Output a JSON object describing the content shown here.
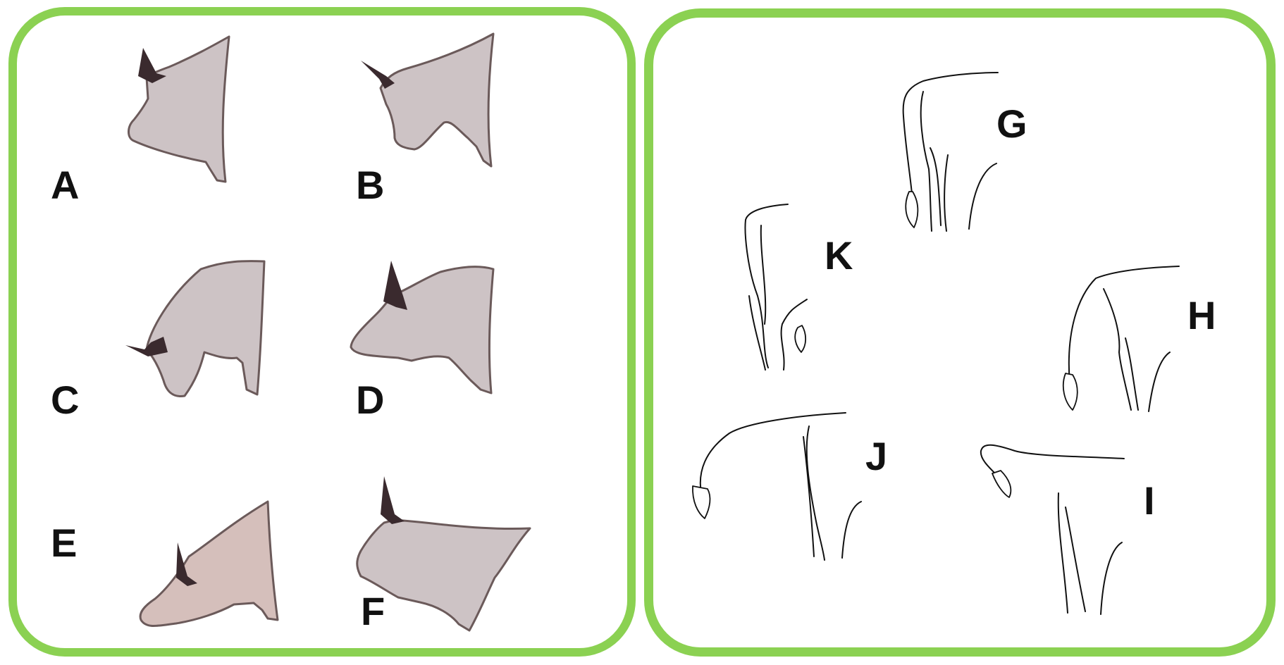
{
  "colors": {
    "frame": "#8bd152",
    "head_fill": "#cdc3c5",
    "head_fill_warm": "#d5bfbb",
    "horn": "#3a2a2e",
    "line": "#111111"
  },
  "left_panel": {
    "title": "",
    "figures": [
      {
        "label": "A",
        "icon": "cow-head-silhouette"
      },
      {
        "label": "B",
        "icon": "cow-head-silhouette"
      },
      {
        "label": "C",
        "icon": "cow-head-silhouette"
      },
      {
        "label": "D",
        "icon": "cow-head-silhouette"
      },
      {
        "label": "E",
        "icon": "cow-head-silhouette"
      },
      {
        "label": "F",
        "icon": "cow-head-silhouette"
      }
    ]
  },
  "right_panel": {
    "title": "",
    "figures": [
      {
        "label": "G",
        "icon": "cow-tail-sketch"
      },
      {
        "label": "H",
        "icon": "cow-tail-sketch"
      },
      {
        "label": "I",
        "icon": "cow-tail-sketch"
      },
      {
        "label": "J",
        "icon": "cow-tail-sketch"
      },
      {
        "label": "K",
        "icon": "cow-tail-sketch"
      }
    ]
  }
}
